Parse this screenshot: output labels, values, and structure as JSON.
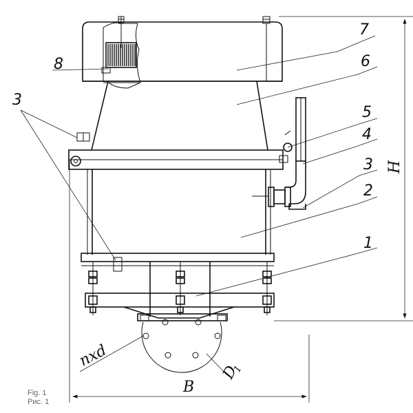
{
  "figure": {
    "caption_en": "Fig. 1",
    "caption_ru": "Рис. 1"
  },
  "callouts": {
    "c1": "1",
    "c2": "2",
    "c3_right": "3",
    "c3_left": "3",
    "c4": "4",
    "c5": "5",
    "c6": "6",
    "c7": "7",
    "c8": "8"
  },
  "dimensions": {
    "height": "H",
    "width": "B",
    "holes": "nxd",
    "bolt_circle": "D",
    "bolt_circle_sub": "1"
  }
}
